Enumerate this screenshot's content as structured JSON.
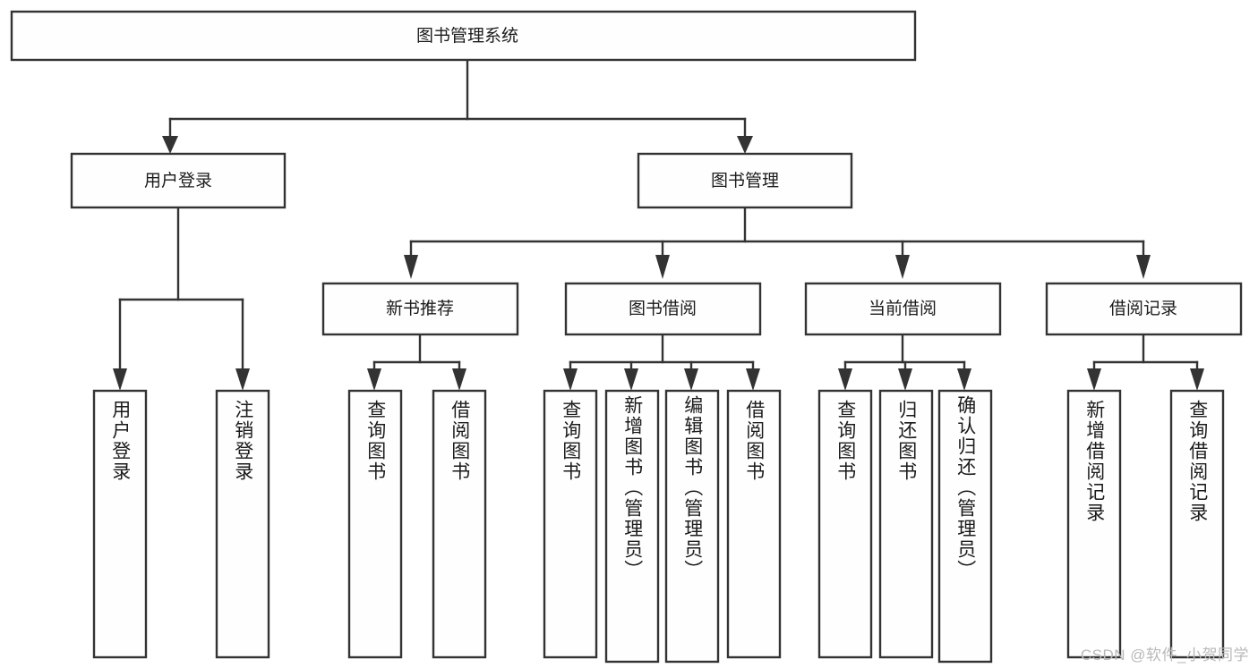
{
  "diagram": {
    "type": "hierarchy-tree",
    "title": "图书管理系统",
    "watermark": "CSDN @软件_小贺同学",
    "colors": {
      "border": "#333333",
      "box_fill": "#fefefe",
      "text": "#1b1b1b",
      "background": "#ffffff",
      "watermark": "#b9b9b9"
    },
    "root": {
      "label": "图书管理系统"
    },
    "level1": [
      {
        "label": "用户登录"
      },
      {
        "label": "图书管理"
      }
    ],
    "level2": [
      {
        "label": "新书推荐"
      },
      {
        "label": "图书借阅"
      },
      {
        "label": "当前借阅"
      },
      {
        "label": "借阅记录"
      }
    ],
    "leaves": {
      "user_login": [
        {
          "label": "用户登录"
        },
        {
          "label": "注销登录"
        }
      ],
      "new_book_recommend": [
        {
          "label": "查询图书"
        },
        {
          "label": "借阅图书"
        }
      ],
      "book_borrow": [
        {
          "label": "查询图书"
        },
        {
          "label": "新增图书（管理员）"
        },
        {
          "label": "编辑图书（管理员）"
        },
        {
          "label": "借阅图书"
        }
      ],
      "current_borrow": [
        {
          "label": "查询图书"
        },
        {
          "label": "归还图书"
        },
        {
          "label": "确认归还（管理员）"
        }
      ],
      "borrow_record": [
        {
          "label": "新增借阅记录"
        },
        {
          "label": "查询借阅记录"
        }
      ]
    }
  }
}
